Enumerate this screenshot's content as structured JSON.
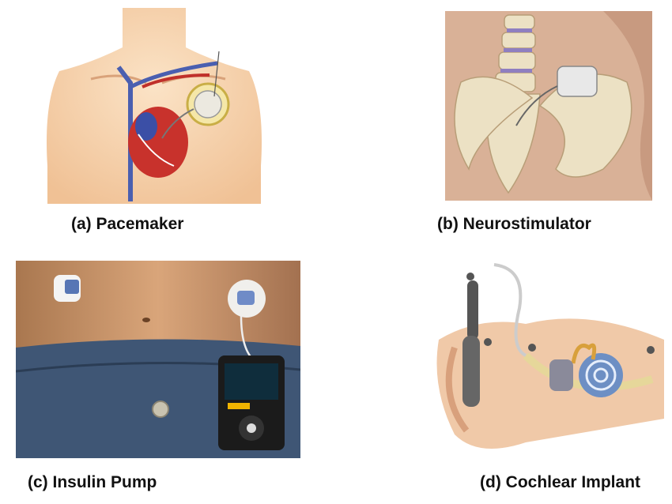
{
  "figure": {
    "panels": [
      {
        "caption": "(a) Pacemaker",
        "image": "pacemaker-illustration"
      },
      {
        "caption": "(b) Neurostimulator",
        "image": "neurostimulator-illustration"
      },
      {
        "caption": "(c) Insulin Pump",
        "image": "insulin-pump-photo"
      },
      {
        "caption": "(d) Cochlear Implant",
        "image": "cochlear-implant-illustration"
      }
    ]
  }
}
